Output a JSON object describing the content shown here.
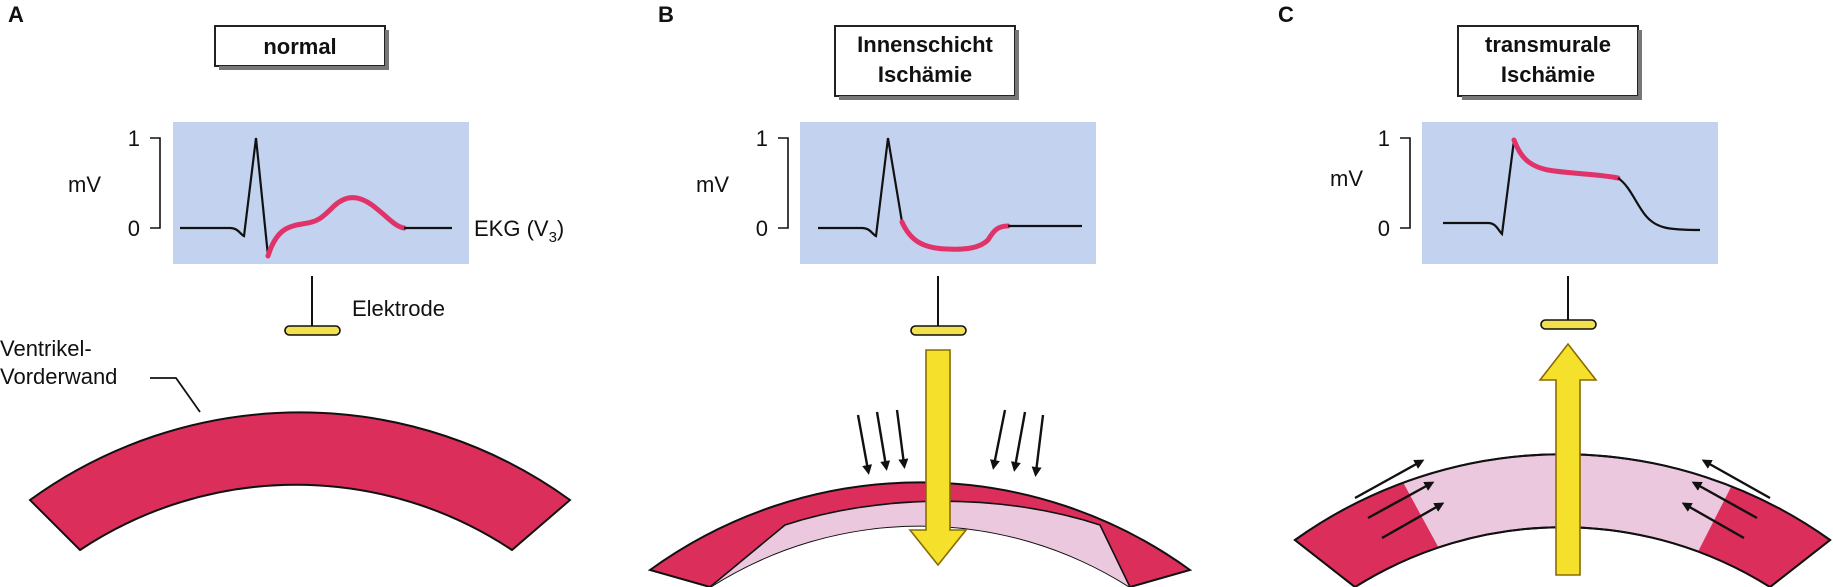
{
  "colors": {
    "myocardium": "#db2e5a",
    "ischemic_tissue": "#ecc8df",
    "ecg_background": "#c3d2ee",
    "ecg_highlight": "#e0336a",
    "electrode": "#f2e14d",
    "arrow_fill": "#f5e12b",
    "arrow_stroke": "#8a6b00",
    "line": "#111111"
  },
  "panels": [
    {
      "letter": "A",
      "title_lines": [
        "normal"
      ],
      "ecg": {
        "y_unit": "mV",
        "tick_1": "1",
        "tick_0": "0",
        "lead_prefix": "EKG (V",
        "lead_sub": "3",
        "lead_suffix": ")"
      },
      "electrode_label": "Elektrode",
      "wall_label_lines": [
        "Ventrikel-",
        "Vorderwand"
      ]
    },
    {
      "letter": "B",
      "title_lines": [
        "Innenschicht",
        "Ischämie"
      ],
      "ecg": {
        "y_unit": "mV",
        "tick_1": "1",
        "tick_0": "0"
      }
    },
    {
      "letter": "C",
      "title_lines": [
        "transmurale",
        "Ischämie"
      ],
      "ecg": {
        "y_unit": "mV",
        "tick_1": "1",
        "tick_0": "0"
      }
    }
  ]
}
